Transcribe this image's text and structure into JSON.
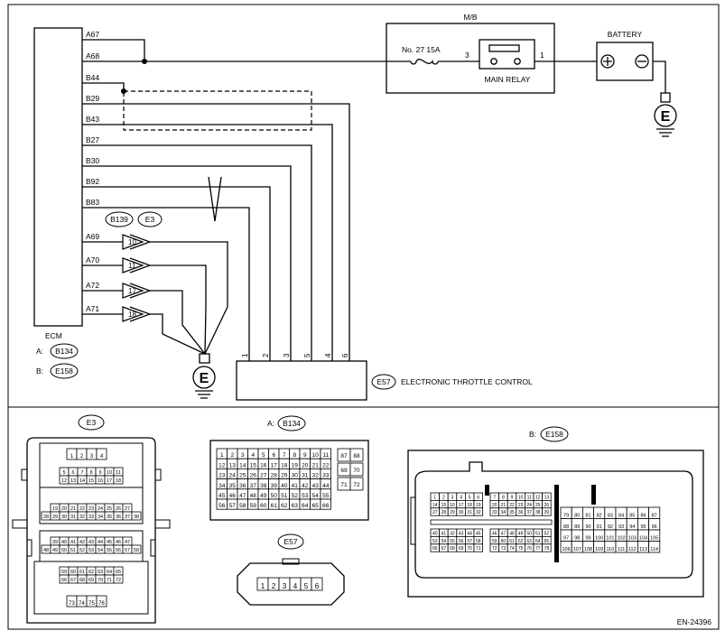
{
  "ecm": {
    "label": "ECM",
    "pins": [
      "A67",
      "A68",
      "B44",
      "B29",
      "B43",
      "B27",
      "B30",
      "B92",
      "B83",
      "A69",
      "A70",
      "A72",
      "A71"
    ],
    "connector_a_prefix": "A:",
    "connector_a": "B134",
    "connector_b_prefix": "B:",
    "connector_b": "E158"
  },
  "mb": {
    "label": "M/B",
    "fuse": "No. 27  15A",
    "relay": "MAIN RELAY",
    "pin_left": "3",
    "pin_right": "1"
  },
  "battery": {
    "label": "BATTERY"
  },
  "ground_symbol": "E",
  "inline_connectors": {
    "a": "B139",
    "b": "E3"
  },
  "inline_pins": [
    "10",
    "11",
    "17",
    "18"
  ],
  "throttle": {
    "connector": "E57",
    "label": "ELECTRONIC THROTTLE CONTROL",
    "pins": [
      "1",
      "2",
      "3",
      "5",
      "4",
      "6"
    ]
  },
  "connector_views": {
    "e3": {
      "title": "E3",
      "row1": [
        "1",
        "2",
        "3",
        "4"
      ],
      "row2": [
        "5",
        "6",
        "7",
        "8",
        "9",
        "10",
        "11"
      ],
      "row3": [
        "12",
        "13",
        "14",
        "15",
        "16",
        "17",
        "18"
      ],
      "row4": [
        "19",
        "20",
        "21",
        "22",
        "23",
        "24",
        "25",
        "26",
        "27"
      ],
      "row5": [
        "28",
        "29",
        "30",
        "31",
        "32",
        "33",
        "34",
        "35",
        "36",
        "37",
        "38"
      ],
      "row6": [
        "39",
        "40",
        "41",
        "42",
        "43",
        "44",
        "45",
        "46",
        "47"
      ],
      "row7": [
        "48",
        "49",
        "50",
        "51",
        "52",
        "53",
        "54",
        "55",
        "56",
        "57",
        "58"
      ],
      "row8": [
        "59",
        "60",
        "61",
        "62",
        "63",
        "64",
        "65"
      ],
      "row9": [
        "66",
        "67",
        "68",
        "69",
        "70",
        "71",
        "72"
      ],
      "row10": [
        "73",
        "74",
        "75",
        "76"
      ]
    },
    "b134": {
      "prefix": "A:",
      "title": "B134",
      "rows": [
        [
          "1",
          "2",
          "3",
          "4",
          "5",
          "6",
          "7",
          "8",
          "9",
          "10",
          "11"
        ],
        [
          "12",
          "13",
          "14",
          "15",
          "16",
          "17",
          "18",
          "19",
          "20",
          "21",
          "22"
        ],
        [
          "23",
          "24",
          "25",
          "26",
          "27",
          "28",
          "29",
          "30",
          "31",
          "32",
          "33"
        ],
        [
          "34",
          "35",
          "36",
          "37",
          "38",
          "39",
          "40",
          "41",
          "42",
          "43",
          "44"
        ],
        [
          "45",
          "46",
          "47",
          "48",
          "49",
          "50",
          "51",
          "52",
          "53",
          "54",
          "55"
        ],
        [
          "56",
          "57",
          "58",
          "59",
          "60",
          "61",
          "62",
          "63",
          "64",
          "65",
          "66"
        ]
      ],
      "side": [
        "87",
        "88",
        "69",
        "70",
        "71",
        "72"
      ]
    },
    "e57": {
      "title": "E57",
      "pins": [
        "1",
        "2",
        "3",
        "4",
        "5",
        "6"
      ]
    },
    "e158": {
      "prefix": "B:",
      "title": "E158",
      "left_rows": [
        [
          "1",
          "2",
          "3",
          "4",
          "5",
          "6"
        ],
        [
          "14",
          "15",
          "16",
          "17",
          "18",
          "19"
        ],
        [
          "27",
          "28",
          "29",
          "30",
          "31",
          "32"
        ]
      ],
      "mid_rows": [
        [
          "7",
          "8",
          "9",
          "10",
          "11",
          "12",
          "13"
        ],
        [
          "20",
          "21",
          "22",
          "23",
          "24",
          "25",
          "26"
        ],
        [
          "33",
          "34",
          "35",
          "36",
          "37",
          "38",
          "39"
        ]
      ],
      "left_rows2": [
        [
          "40",
          "41",
          "42",
          "43",
          "44",
          "45"
        ],
        [
          "53",
          "54",
          "55",
          "56",
          "57",
          "58"
        ],
        [
          "66",
          "67",
          "68",
          "69",
          "70",
          "71"
        ]
      ],
      "mid_rows2": [
        [
          "46",
          "47",
          "48",
          "49",
          "50",
          "51",
          "52"
        ],
        [
          "59",
          "60",
          "61",
          "62",
          "63",
          "64",
          "65"
        ],
        [
          "72",
          "73",
          "74",
          "75",
          "76",
          "77",
          "78"
        ]
      ],
      "right_rows": [
        [
          "79",
          "80",
          "81",
          "82",
          "83",
          "84",
          "85",
          "86",
          "87"
        ],
        [
          "88",
          "89",
          "90",
          "91",
          "92",
          "93",
          "94",
          "95",
          "96"
        ],
        [
          "97",
          "98",
          "99",
          "100",
          "101",
          "102",
          "103",
          "104",
          "105"
        ],
        [
          "106",
          "107",
          "108",
          "109",
          "110",
          "111",
          "112",
          "113",
          "114"
        ]
      ]
    }
  },
  "figure_id": "EN-24396"
}
